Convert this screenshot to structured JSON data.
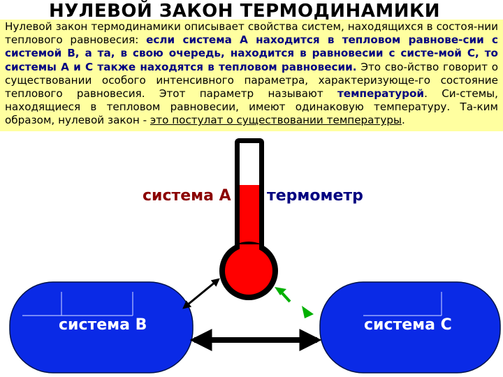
{
  "title": "НУЛЕВОЙ ЗАКОН ТЕРМОДИНАМИКИ",
  "paragraph": {
    "p1": "Нулевой закон термодинамики описывает свойства систем, находящихся в состоя-нии теплового равновесия: ",
    "emphasis": "если система А находится в тепловом равнове-сии с системой В, а та, в свою очередь, находится в равновесии с систе-мой С, то системы А и С также находятся в тепловом равновесии.",
    "p2": " Это сво-йство говорит о существовании особого интенсивного параметра, характеризующе-го состояние теплового равновесия. Этот параметр называют ",
    "term": "температурой",
    "p3": ". Си-стемы, находящиеся в тепловом равновесии, имеют одинаковую температуру. Та-ким образом, нулевой закон - ",
    "underlined": "это постулат о существовании температуры",
    "p4": "."
  },
  "labels": {
    "system_a": "система А",
    "thermometer": "термометр",
    "system_b": "система В",
    "system_c": "система С"
  },
  "colors": {
    "text_box_bg": "#ffffa0",
    "emphasis": "#000080",
    "system_fill": "#0a2ae6",
    "system_label": "#ffffff",
    "system_a_label": "#8b0000",
    "thermometer_label": "#000080",
    "mercury": "#ff0000",
    "green_arrow": "#00b000"
  },
  "thermometer_level": 0.6
}
